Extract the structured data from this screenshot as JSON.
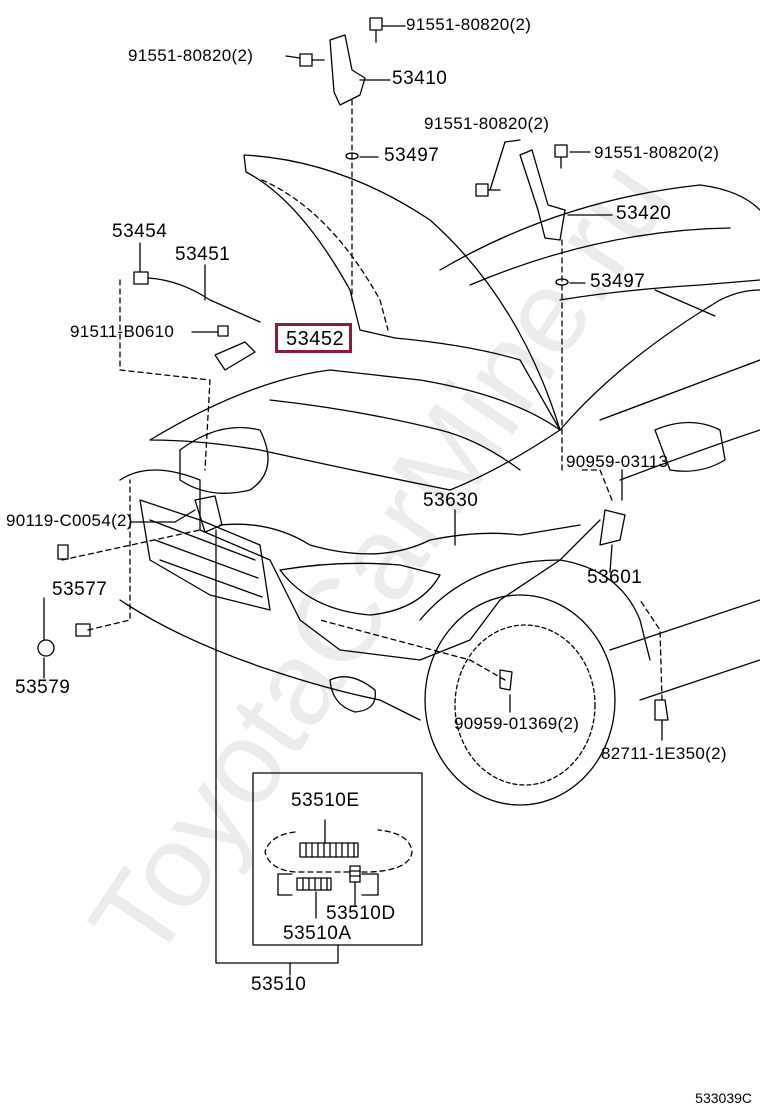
{
  "diagram": {
    "highlighted_part": "53452",
    "reference_code": "533039C",
    "watermark": "ToyotaCarMine.ru"
  },
  "labels": [
    {
      "id": "l1",
      "text": "91551-80820(2)"
    },
    {
      "id": "l2",
      "text": "91551-80820(2)"
    },
    {
      "id": "l3",
      "text": "53410"
    },
    {
      "id": "l4",
      "text": "53497"
    },
    {
      "id": "l5",
      "text": "91551-80820(2)"
    },
    {
      "id": "l6",
      "text": "91551-80820(2)"
    },
    {
      "id": "l7",
      "text": "53420"
    },
    {
      "id": "l8",
      "text": "53454"
    },
    {
      "id": "l9",
      "text": "53451"
    },
    {
      "id": "l10",
      "text": "53497"
    },
    {
      "id": "l11",
      "text": "91511-B0610"
    },
    {
      "id": "l12",
      "text": "90959-03113"
    },
    {
      "id": "l13",
      "text": "53630"
    },
    {
      "id": "l14",
      "text": "90119-C0054(2)"
    },
    {
      "id": "l15",
      "text": "53601"
    },
    {
      "id": "l16",
      "text": "53577"
    },
    {
      "id": "l17",
      "text": "53579"
    },
    {
      "id": "l18",
      "text": "90959-01369(2)"
    },
    {
      "id": "l19",
      "text": "82711-1E350(2)"
    },
    {
      "id": "l20",
      "text": "53510E"
    },
    {
      "id": "l21",
      "text": "53510D"
    },
    {
      "id": "l22",
      "text": "53510A"
    },
    {
      "id": "l23",
      "text": "53510"
    }
  ]
}
